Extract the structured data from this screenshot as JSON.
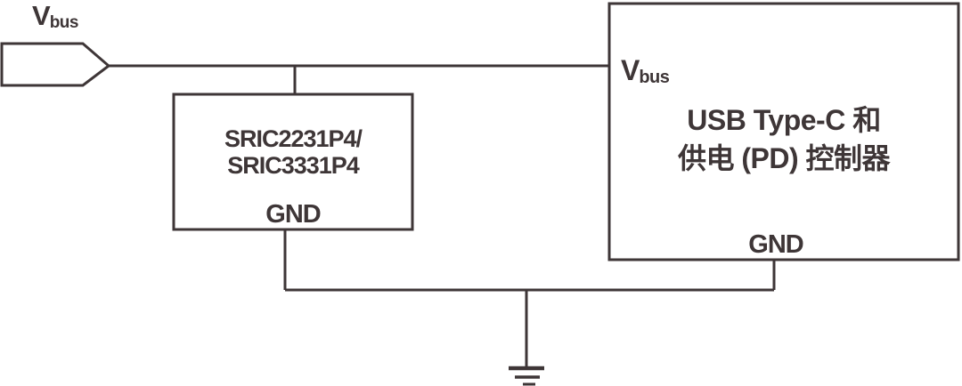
{
  "diagram": {
    "type": "circuit-block-diagram",
    "colors": {
      "ink": "#3e3637",
      "background": "#ffffff"
    },
    "input_net": {
      "name": "V",
      "subscript": "bus"
    },
    "left_block": {
      "part_line1": "SRIC2231P4/",
      "part_line2": "SRIC3331P4",
      "gnd_pin_label": "GND"
    },
    "right_block": {
      "vbus_pin": {
        "name": "V",
        "subscript": "bus"
      },
      "title_line1": "USB Type-C 和",
      "title_line2": "供电 (PD) 控制器",
      "gnd_pin_label": "GND"
    },
    "symbols": {
      "net_connector": "pentagon-arrow-right",
      "ground": "earth-ground"
    }
  }
}
